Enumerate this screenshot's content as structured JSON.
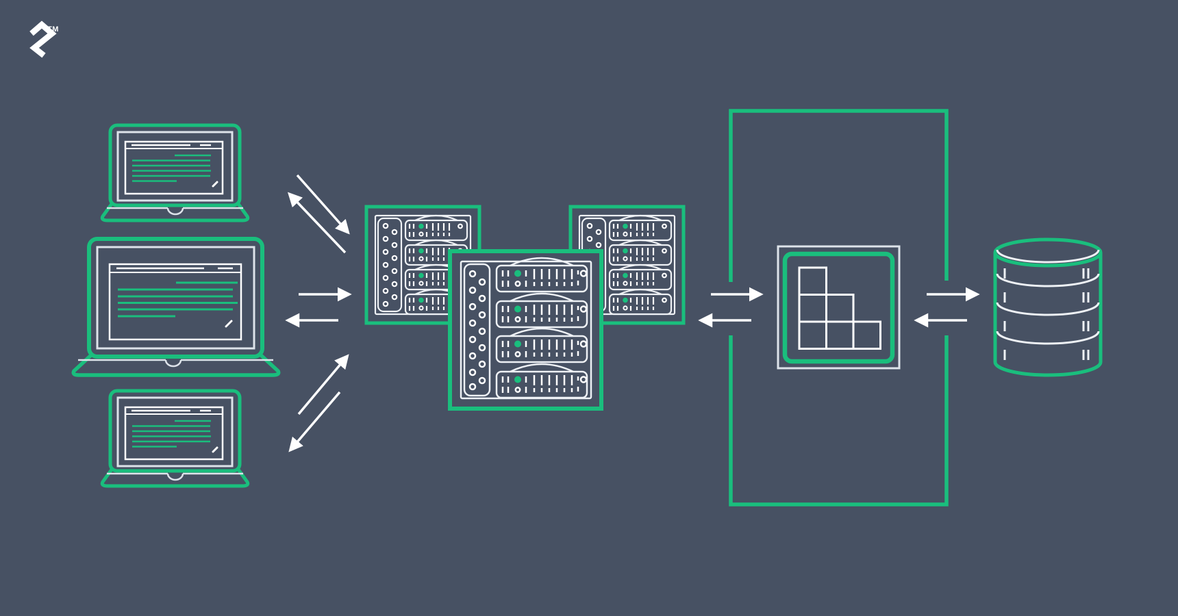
{
  "colors": {
    "background": "#475163",
    "accent_green": "#1abe7d",
    "stroke_light": "#eef1f5",
    "stroke_dim": "#dde3ea",
    "arrow_white": "#ffffff"
  },
  "logo": {
    "trademark_label": "TM"
  },
  "diagram": {
    "nodes": {
      "clients": {
        "count": 3,
        "type": "laptop-browser",
        "screen_text_lines": 6
      },
      "server_cluster": {
        "racks": 3,
        "units_per_rack": 4,
        "status_led_color": "#1abe7d"
      },
      "application_boundary": {
        "type": "rectangle-outline"
      },
      "application_module": {
        "type": "staircase-grid",
        "column_heights": [
          3,
          2,
          1
        ]
      },
      "database": {
        "type": "cylinder",
        "segments": 4
      }
    },
    "flows": [
      {
        "from": "clients",
        "to": "server_cluster",
        "bidirectional": true,
        "arrow_pairs": 3
      },
      {
        "from": "server_cluster",
        "to": "application_module",
        "bidirectional": true,
        "arrow_pairs": 1
      },
      {
        "from": "application_module",
        "to": "database",
        "bidirectional": true,
        "arrow_pairs": 1
      }
    ]
  }
}
